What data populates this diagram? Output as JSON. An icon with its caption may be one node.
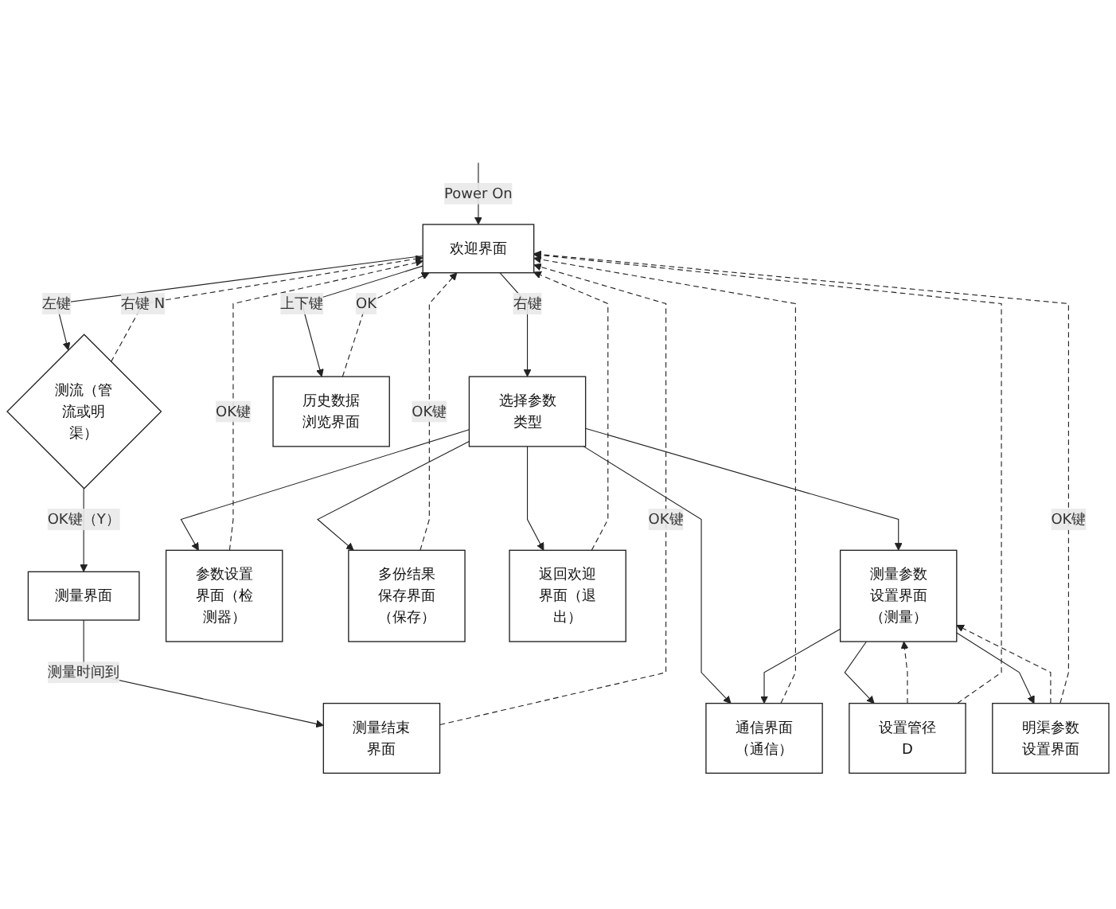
{
  "diagram": {
    "nodes": [
      {
        "text": [
          "欢迎界面"
        ]
      },
      {
        "text": [
          "测流（管流或明渠）"
        ]
      },
      {
        "text": [
          "选择参数类型"
        ]
      },
      {
        "text": [
          "历史数据浏览界面"
        ]
      },
      {
        "text": [
          "测量界面"
        ]
      },
      {
        "text": [
          "测量结束界面"
        ]
      },
      {
        "text": [
          "参数设置界面（检测器）"
        ]
      },
      {
        "text": [
          "测量参数设置界面（测量）"
        ]
      },
      {
        "text": [
          "通信界面（通信）"
        ]
      },
      {
        "text": [
          "多份结果保存界面（保存）"
        ]
      },
      {
        "text": [
          "返回欢迎界面（退出）"
        ]
      },
      {
        "text": [
          "设置管径D"
        ]
      },
      {
        "text": [
          "明渠参数设置界面"
        ]
      }
    ],
    "edges": [
      {
        "from": null,
        "to": 0,
        "arrow": "to",
        "label": "Power On"
      },
      {
        "from": 0,
        "to": 1,
        "arrow": "to",
        "label": "左键"
      },
      {
        "from": 0,
        "to": 2,
        "arrow": "to",
        "label": "右键"
      },
      {
        "from": 0,
        "to": 3,
        "arrow": "to",
        "label": "上下键"
      },
      {
        "from": 1,
        "to": 0,
        "arrow": "to",
        "label": "右键 N",
        "style": "dashed"
      },
      {
        "from": 1,
        "to": 4,
        "arrow": "to",
        "label": "OK键（Y）"
      },
      {
        "from": 4,
        "to": 5,
        "arrow": "to",
        "label": "测量时间到"
      },
      {
        "from": 5,
        "to": 0,
        "arrow": "to",
        "label": "OK键",
        "style": "dashed"
      },
      {
        "from": 3,
        "to": 0,
        "arrow": "to",
        "label": "OK",
        "style": "dashed"
      },
      {
        "from": 2,
        "to": 6,
        "arrow": "to"
      },
      {
        "from": 2,
        "to": 7,
        "arrow": "to"
      },
      {
        "from": 2,
        "to": 8,
        "arrow": "to"
      },
      {
        "from": 2,
        "to": 9,
        "arrow": "to"
      },
      {
        "from": 2,
        "to": 10,
        "arrow": "to"
      },
      {
        "from": 7,
        "to": 8,
        "arrow": "to"
      },
      {
        "from": 7,
        "to": 11,
        "arrow": "to"
      },
      {
        "from": 7,
        "to": 12,
        "arrow": "to"
      },
      {
        "from": 11,
        "to": 7,
        "arrow": "to",
        "style": "dashed"
      },
      {
        "from": 12,
        "to": 7,
        "arrow": "to",
        "style": "dashed"
      },
      {
        "from": 6,
        "to": 0,
        "arrow": "to",
        "label": "OK键",
        "style": "dashed"
      },
      {
        "from": 11,
        "to": 0,
        "arrow": "to",
        "style": "dashed"
      },
      {
        "from": 12,
        "to": 0,
        "arrow": "to",
        "label": "OK键",
        "style": "dashed"
      },
      {
        "from": 8,
        "to": 0,
        "arrow": "to",
        "style": "dashed"
      },
      {
        "from": 9,
        "to": 0,
        "arrow": "to",
        "label": "OK键",
        "style": "dashed"
      },
      {
        "from": 10,
        "to": 0,
        "arrow": "to",
        "style": "dashed"
      }
    ]
  }
}
